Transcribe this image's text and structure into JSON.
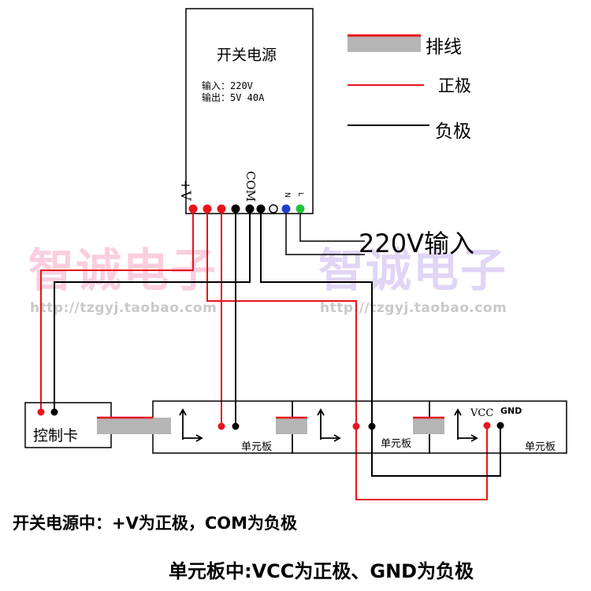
{
  "power_supply": {
    "title": "开关电源",
    "input_line": "输入：220V",
    "output_line": "输出：5V  40A",
    "plus_label": "+V",
    "com_label": "COM",
    "n_label": "N",
    "l_label": "L"
  },
  "legend": {
    "ribbon_label": "排线",
    "positive_label": "正极",
    "negative_label": "负极"
  },
  "input_label": "220V输入",
  "watermark": {
    "text": "智诚电子",
    "url": "http://tzgyj.taobao.com"
  },
  "control_card": {
    "label": "控制卡"
  },
  "unit_boards": [
    {
      "label": "单元板"
    },
    {
      "label": "单元板"
    },
    {
      "label": "单元板",
      "vcc_label": "VCC",
      "gnd_label": "GND"
    }
  ],
  "notes": {
    "line1": "开关电源中：+V为正极，COM为负极",
    "line2": "单元板中:VCC为正极、GND为负极"
  },
  "colors": {
    "positive": "#e8141c",
    "negative": "#000000",
    "ribbon": "#b5b5b5",
    "n_terminal": "#1e3fd0",
    "l_terminal": "#1fc43a"
  }
}
